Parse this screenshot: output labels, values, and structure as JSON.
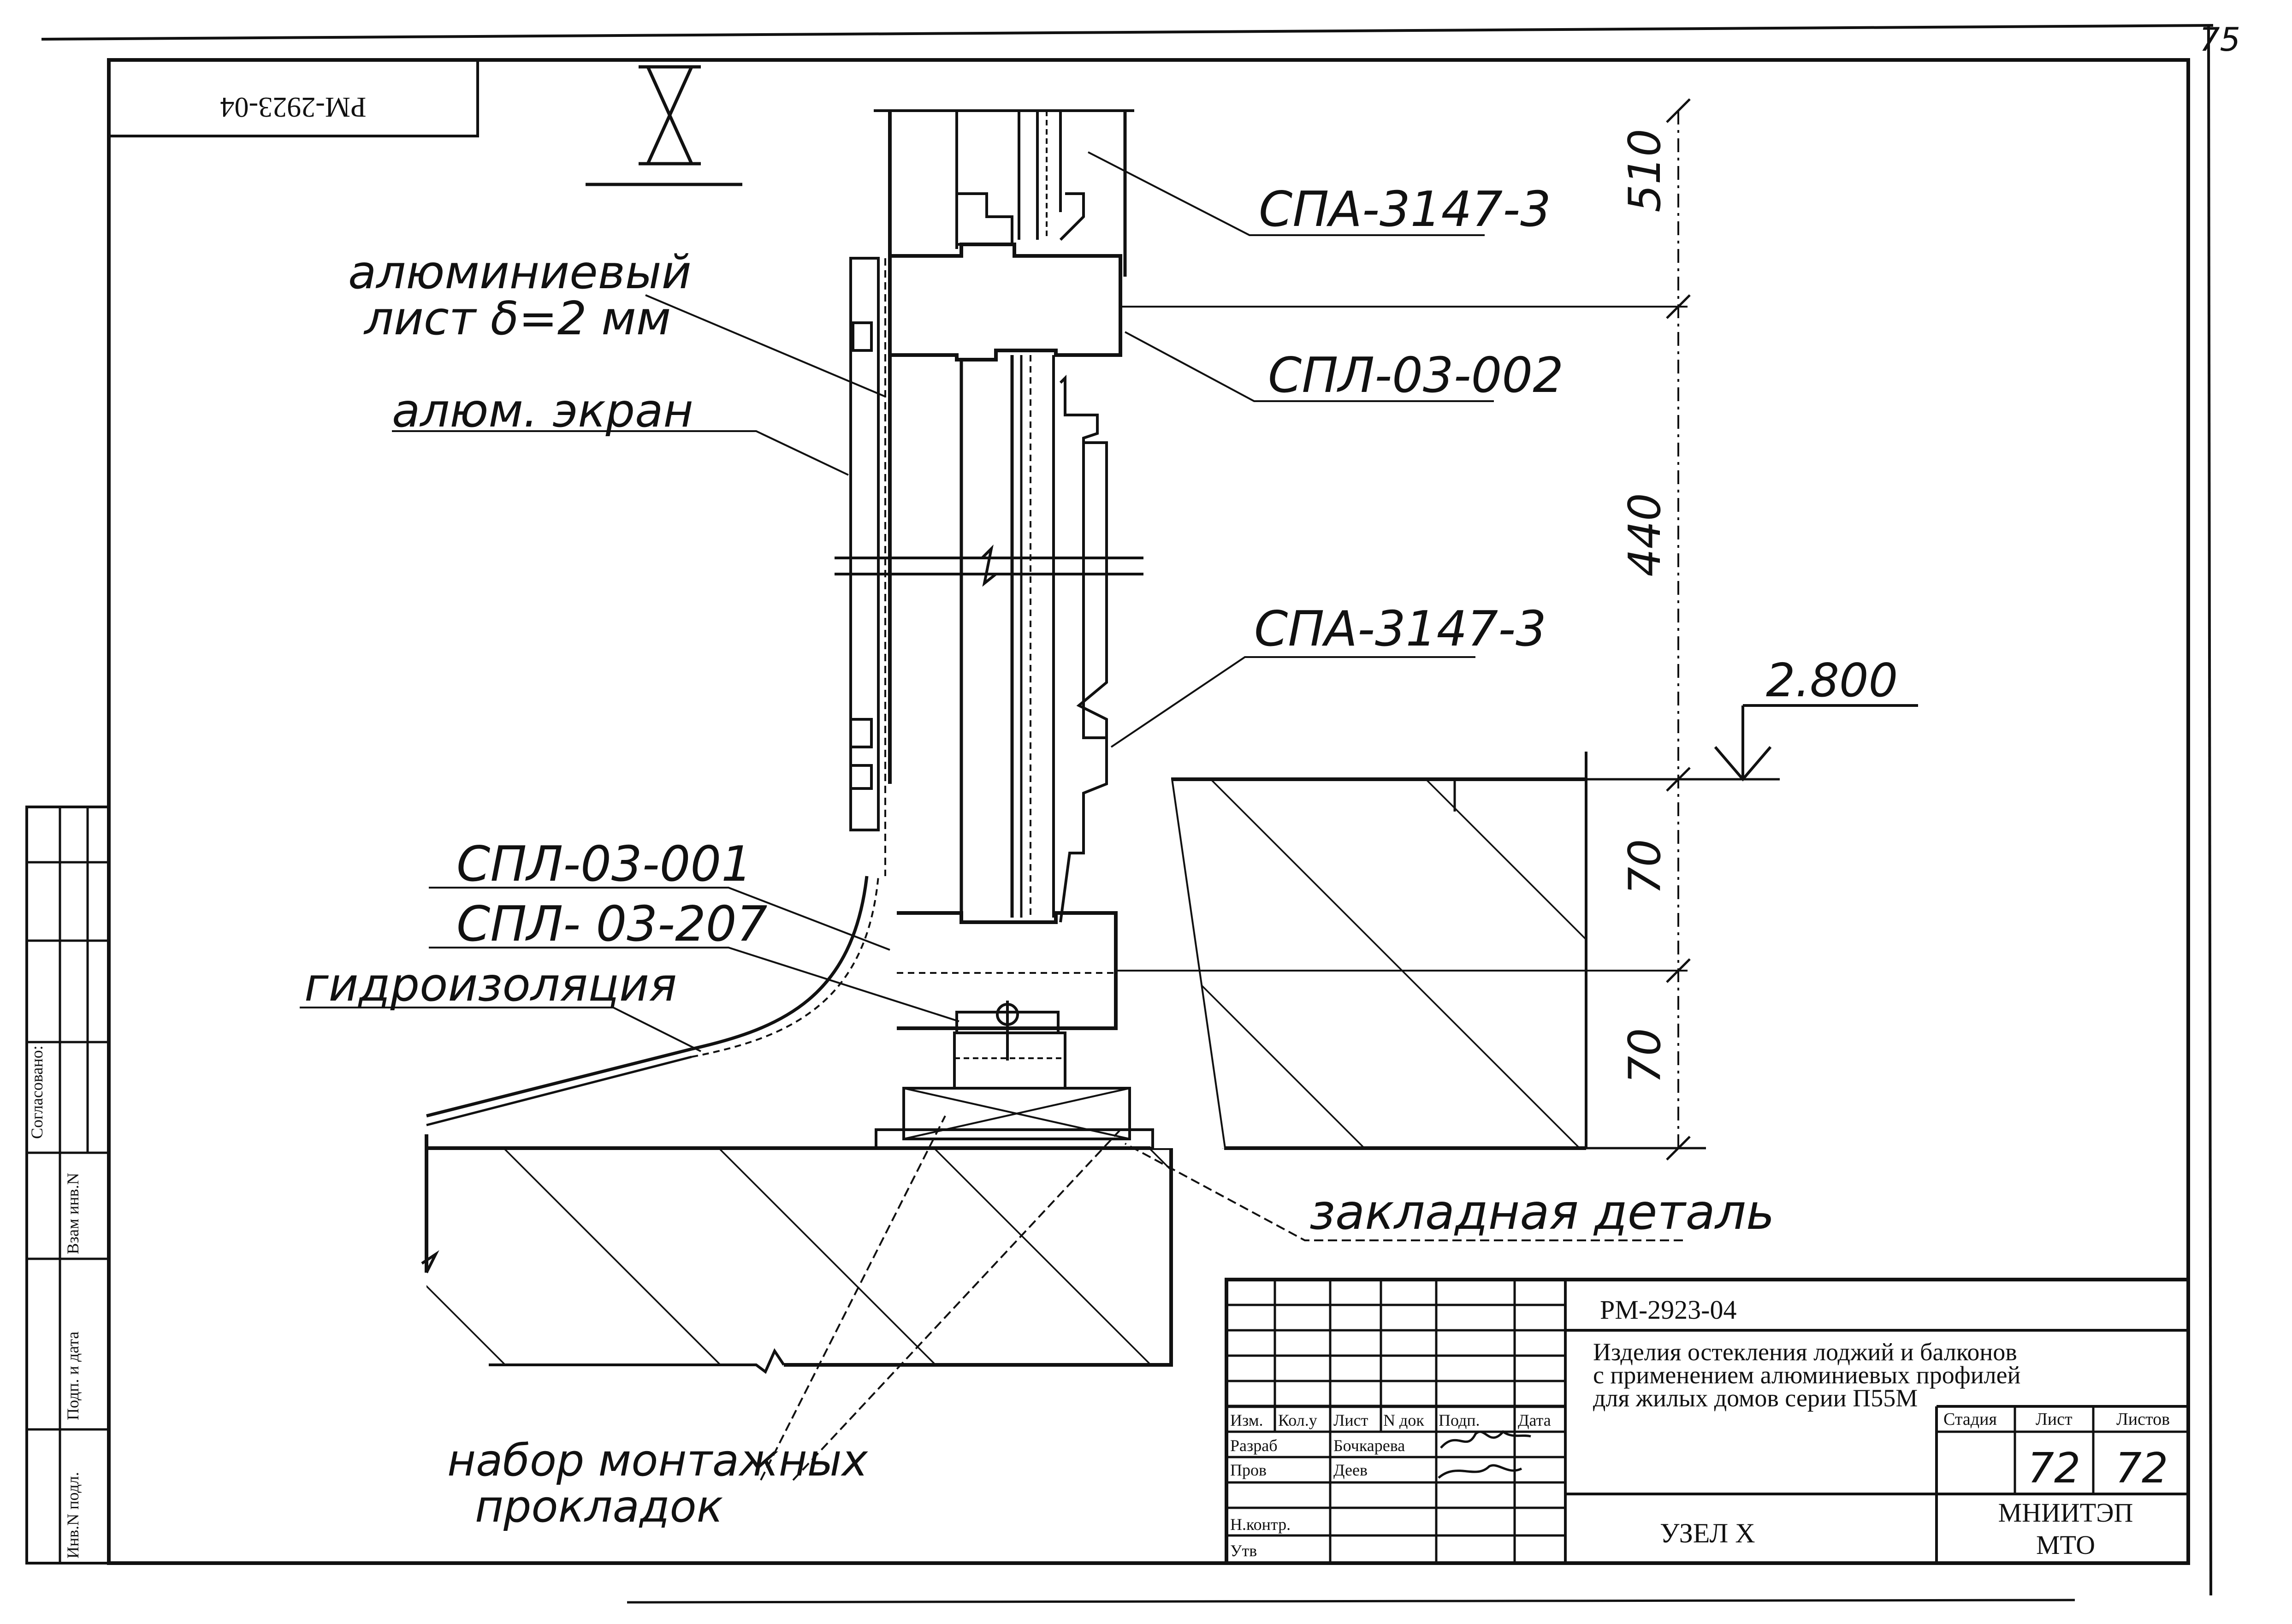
{
  "sheet_corner_number": "75",
  "rotated_code": "РМ-2923-04",
  "node_mark": "X",
  "labels": {
    "alum_sheet_1": "алюминиевый",
    "alum_sheet_2": "лист δ=2 мм",
    "alum_screen": "алюм. экран",
    "spa_top": "СПА-3147-3",
    "spl_002": "СПЛ-03-002",
    "spa_mid": "СПА-3147-3",
    "spl_001": "СПЛ-03-001",
    "spl_207": "СПЛ- 03-207",
    "waterproofing": "гидроизоляция",
    "embedded_part": "закладная деталь",
    "pads_1": "набор монтажных",
    "pads_2": "прокладок"
  },
  "dimensions": {
    "d510": "510",
    "d440": "440",
    "d70a": "70",
    "d70b": "70",
    "level": "2.800"
  },
  "side_stamp": {
    "agreed": "Согласовано:",
    "vzam": "Взам инв.N",
    "podp_data": "Подп. и дата",
    "inv_podl": "Инв.N подл."
  },
  "title_block": {
    "code": "РМ-2923-04",
    "title_1": "Изделия остекления лоджий и балконов",
    "title_2": "с применением алюминиевых профилей",
    "title_3": "для жилых домов серии П55М",
    "col_izm": "Изм.",
    "col_kolu": "Кол.у",
    "col_list": "Лист",
    "col_ndok": "N док",
    "col_podp": "Подп.",
    "col_data": "Дата",
    "razrab": "Разраб",
    "razrab_name": "Бочкарева",
    "prov": "Пров",
    "prov_name": "Деев",
    "nkontr": "Н.контр.",
    "utv": "Утв",
    "stadiya": "Стадия",
    "list": "Лист",
    "listov": "Листов",
    "list_val": "72",
    "listov_val": "72",
    "sheet_name": "УЗЕЛ   X",
    "org_1": "МНИИТЭП",
    "org_2": "МТО"
  }
}
